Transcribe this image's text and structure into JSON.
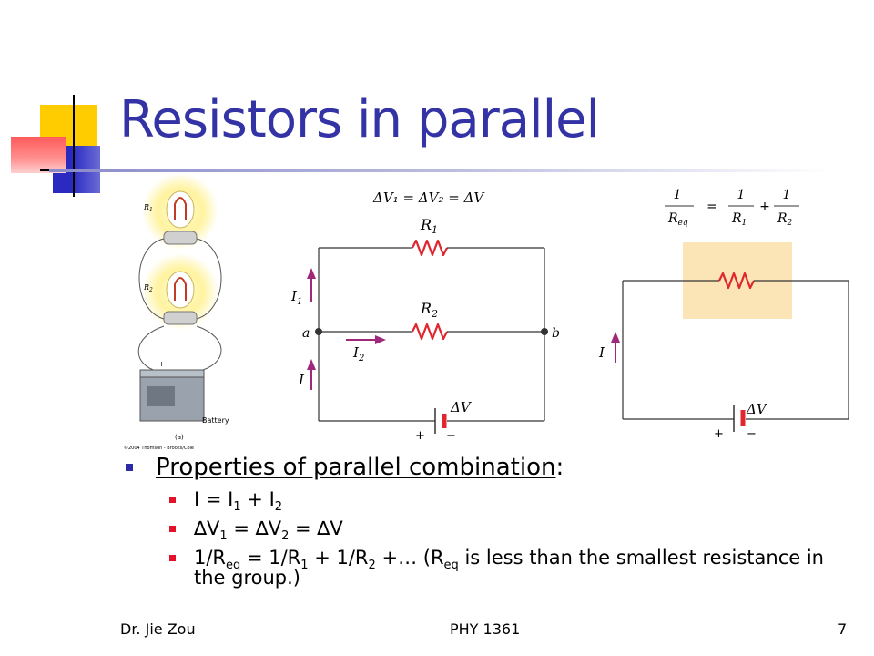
{
  "slide": {
    "title": "Resistors in parallel",
    "colors": {
      "title": "#3333a6",
      "bullet_main": "#2b2ba8",
      "bullet_sub": "#e3122b"
    }
  },
  "figure_a": {
    "label_r1": "R",
    "label_r1_sub": "1",
    "label_r2": "R",
    "label_r2_sub": "2",
    "battery": "Battery",
    "plus": "+",
    "minus": "−",
    "caption": "(a)",
    "copyright": "©2004 Thomson - Brooks/Cole"
  },
  "figure_b": {
    "equation": "ΔV₁ = ΔV₂ = ΔV",
    "r1": "R",
    "r1_sub": "1",
    "r2": "R",
    "r2_sub": "2",
    "i1": "I",
    "i1_sub": "1",
    "i2": "I",
    "i2_sub": "2",
    "i": "I",
    "a": "a",
    "b": "b",
    "dv": "ΔV",
    "plus": "+",
    "minus": "−"
  },
  "figure_c": {
    "one_a": "1",
    "req": "R",
    "req_sub": "eq",
    "eq": "=",
    "one_b": "1",
    "r1": "R",
    "r1_sub": "1",
    "plus": "+",
    "one_c": "1",
    "r2": "R",
    "r2_sub": "2",
    "i": "I",
    "dv": "ΔV",
    "bat_plus": "+",
    "bat_minus": "−"
  },
  "bullets": {
    "main_text": "Properties of parallel combination",
    "main_colon": ":",
    "items": [
      {
        "p1": "I = I",
        "s1": "1",
        "p2": " + I",
        "s2": "2"
      },
      {
        "p1": "∆V",
        "s1": "1",
        "p2": " = ∆V",
        "s2": "2",
        "p3": " = ∆V"
      },
      {
        "p1": "1/R",
        "s1": "eq",
        "p2": " = 1/R",
        "s2": "1",
        "p3": " + 1/R",
        "s3": "2",
        "p4": " +… (R",
        "s4": "eq",
        "p5": " is less than the smallest resistance in the group.)"
      }
    ]
  },
  "footer": {
    "author": "Dr. Jie Zou",
    "course": "PHY 1361",
    "page": "7"
  }
}
